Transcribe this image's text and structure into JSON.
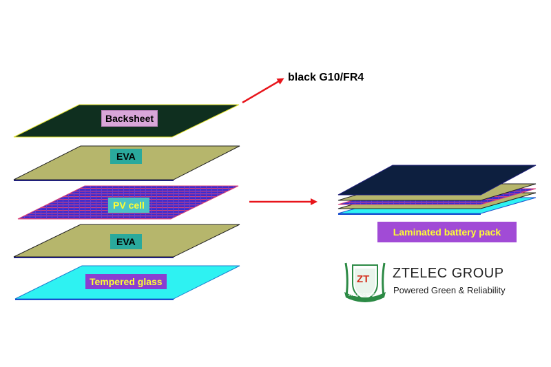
{
  "layers": {
    "backsheet": "Backsheet",
    "eva_top": "EVA",
    "pv_cell": "PV cell",
    "eva_bottom": "EVA",
    "tempered_glass": "Tempered glass"
  },
  "annotation": "black G10/FR4",
  "result_label": "Laminated battery pack",
  "brand": {
    "name": "ZTELEC GROUP",
    "tagline": "Powered Green & Reliability",
    "logo_letters": "ZT",
    "logo_ribbon_text": "ZTELEC GROUP"
  },
  "colors": {
    "backsheet": "#0f2f1f",
    "eva": "#b6b66c",
    "pv_cell_blue": "#3a2ccf",
    "pv_cell_pink": "#d8427a",
    "tempered_glass": "#2ef2f2",
    "arrow": "#e8151b",
    "logo_red": "#d4301f",
    "logo_green": "#2c8a45"
  },
  "icons": {
    "arrow_to_annotation": "arrow-icon",
    "arrow_to_result": "arrow-icon",
    "logo": "shield-logo-icon"
  }
}
